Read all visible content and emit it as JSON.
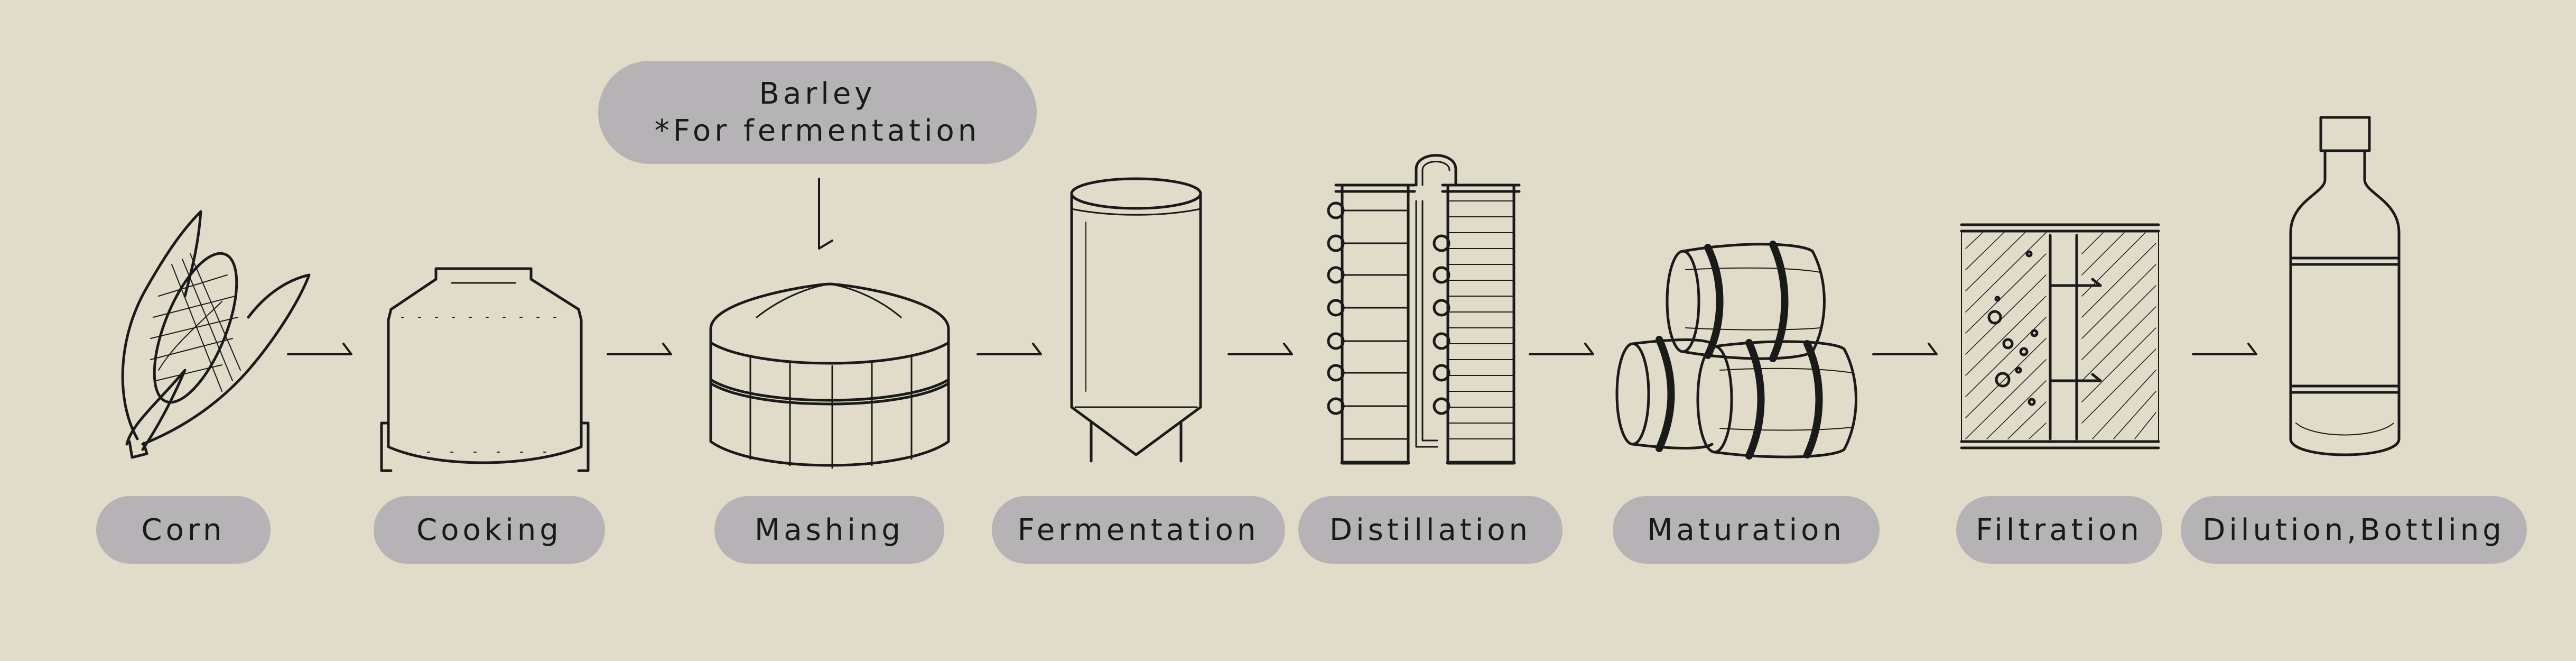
{
  "steps": [
    {
      "label": "Corn",
      "icon": "corn-icon"
    },
    {
      "label": "Cooking",
      "icon": "cooker-tank-icon"
    },
    {
      "label": "Mashing",
      "icon": "mash-tun-icon"
    },
    {
      "label": "Fermentation",
      "icon": "fermenter-icon"
    },
    {
      "label": "Distillation",
      "icon": "still-column-icon"
    },
    {
      "label": "Maturation",
      "icon": "barrels-icon"
    },
    {
      "label": "Filtration",
      "icon": "filter-icon"
    },
    {
      "label": "Dilution,Bottling",
      "icon": "bottle-icon"
    }
  ],
  "callout": {
    "line1": "Barley",
    "line2": "*For fermentation"
  },
  "colors": {
    "background": "#e0dcc9",
    "pill": "#b5b3b5",
    "ink": "#1a1a1a"
  }
}
